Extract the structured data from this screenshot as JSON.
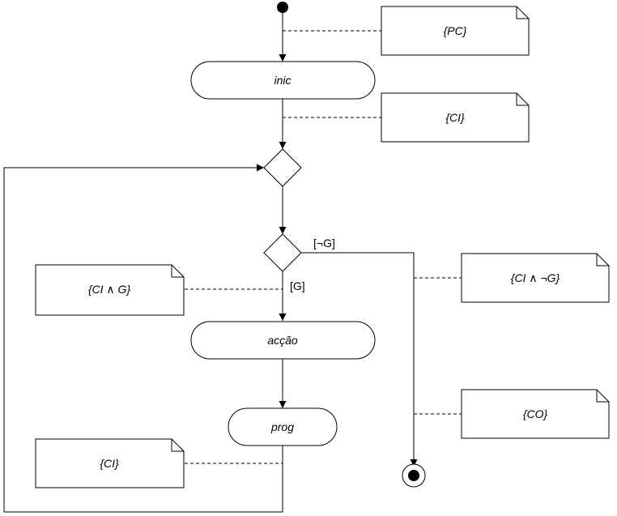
{
  "activities": {
    "inic": "inic",
    "accao": "acção",
    "prog": "prog"
  },
  "notes": {
    "pc": "{PC}",
    "ci_1": "{CI}",
    "ci_and_g": "{CI ∧ G}",
    "ci_and_not_g": "{CI ∧ ¬G}",
    "co": "{CO}",
    "ci_2": "{CI}"
  },
  "guards": {
    "not_g": "[¬G]",
    "g": "[G]"
  }
}
